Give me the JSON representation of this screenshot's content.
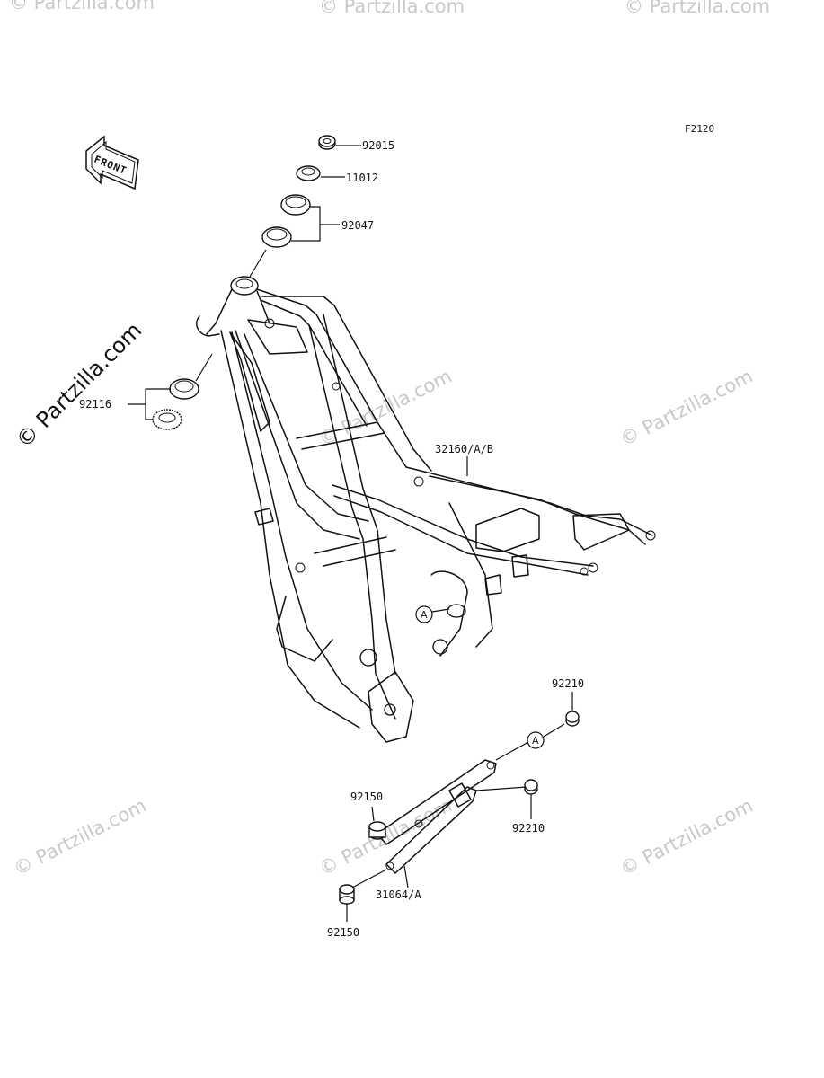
{
  "diagram_code": "F2120",
  "front_arrow": {
    "label": "FRONT"
  },
  "watermark": "© Partzilla.com",
  "parts": {
    "p92015": "92015",
    "p11012": "11012",
    "p92047": "92047",
    "p92116": "92116",
    "p32160": "32160/A/B",
    "p92210_top": "92210",
    "p92210_bottom": "92210",
    "p92150_top": "92150",
    "p92150_bottom": "92150",
    "p31064": "31064/A"
  },
  "reference_marks": {
    "frame": "A",
    "bracket": "A"
  }
}
